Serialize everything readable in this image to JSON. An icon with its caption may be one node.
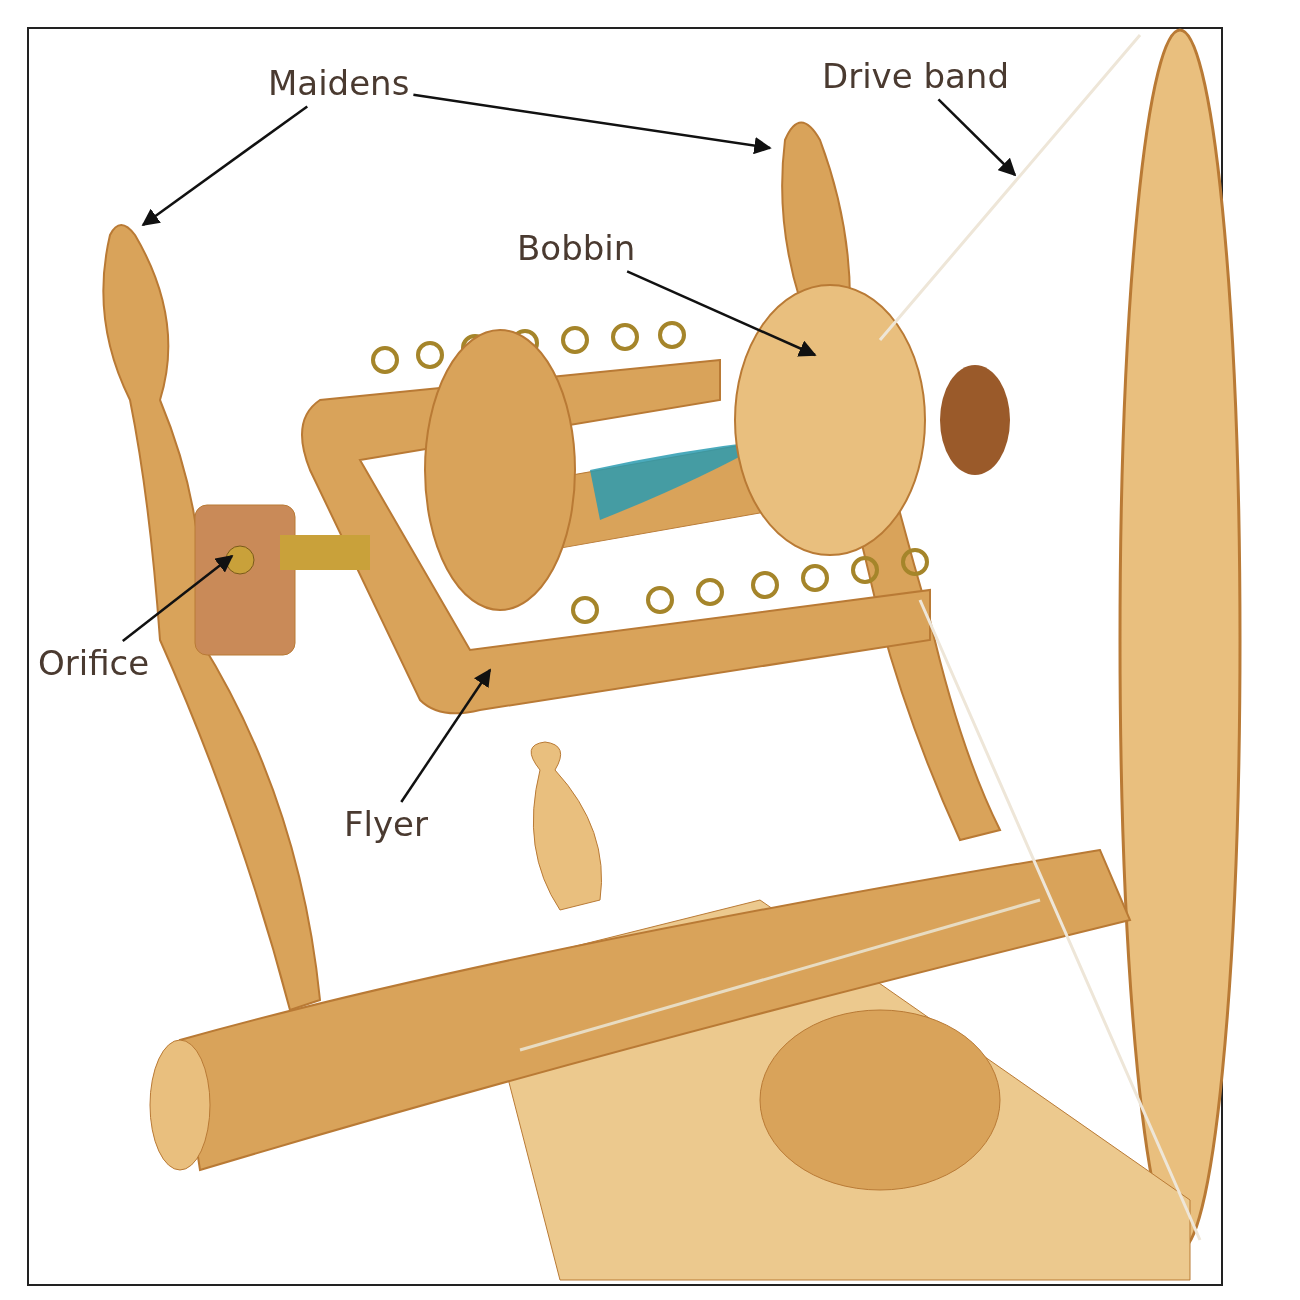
{
  "diagram": {
    "nodes": [
      {
        "text": [
          "Maidens"
        ]
      },
      {
        "text": [
          "Drive band"
        ]
      },
      {
        "text": [
          "Bobbin"
        ]
      },
      {
        "text": [
          "Orifice"
        ]
      },
      {
        "text": [
          "Flyer"
        ]
      }
    ],
    "edges": [
      {
        "from": 0,
        "to": null,
        "arrow": "to"
      },
      {
        "from": 0,
        "to": null,
        "arrow": "to"
      },
      {
        "from": 1,
        "to": null,
        "arrow": "to"
      },
      {
        "from": 2,
        "to": null,
        "arrow": "to"
      },
      {
        "from": 3,
        "to": null,
        "arrow": "to"
      },
      {
        "from": 4,
        "to": null,
        "arrow": "to"
      }
    ]
  }
}
